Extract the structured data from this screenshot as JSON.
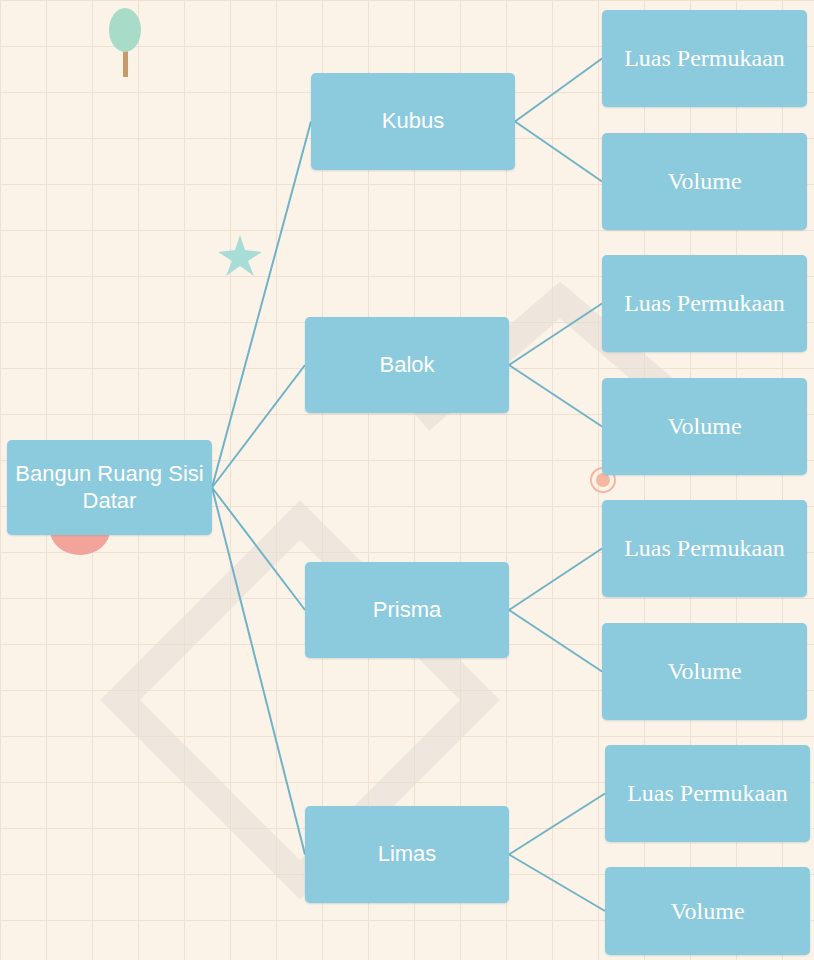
{
  "diagram": {
    "nodes": [
      {
        "text": [
          "Bangun Ruang Sisi Datar"
        ]
      },
      {
        "text": [
          "Kubus"
        ]
      },
      {
        "text": [
          "Luas Permukaan"
        ]
      },
      {
        "text": [
          "Volume"
        ]
      },
      {
        "text": [
          "Balok"
        ]
      },
      {
        "text": [
          "Luas Permukaan"
        ]
      },
      {
        "text": [
          "Volume"
        ]
      },
      {
        "text": [
          "Prisma"
        ]
      },
      {
        "text": [
          "Luas Permukaan"
        ]
      },
      {
        "text": [
          "Volume"
        ]
      },
      {
        "text": [
          "Limas"
        ]
      },
      {
        "text": [
          "Luas Permukaan"
        ]
      },
      {
        "text": [
          "Volume"
        ]
      }
    ],
    "edges": [
      {
        "from": 0,
        "to": 1,
        "arrow": "none"
      },
      {
        "from": 0,
        "to": 4,
        "arrow": "none"
      },
      {
        "from": 0,
        "to": 7,
        "arrow": "none"
      },
      {
        "from": 0,
        "to": 10,
        "arrow": "none"
      },
      {
        "from": 1,
        "to": 2,
        "arrow": "none"
      },
      {
        "from": 1,
        "to": 3,
        "arrow": "none"
      },
      {
        "from": 4,
        "to": 5,
        "arrow": "none"
      },
      {
        "from": 4,
        "to": 6,
        "arrow": "none"
      },
      {
        "from": 7,
        "to": 8,
        "arrow": "none"
      },
      {
        "from": 7,
        "to": 9,
        "arrow": "none"
      },
      {
        "from": 10,
        "to": 11,
        "arrow": "none"
      },
      {
        "from": 10,
        "to": 12,
        "arrow": "none"
      }
    ]
  }
}
